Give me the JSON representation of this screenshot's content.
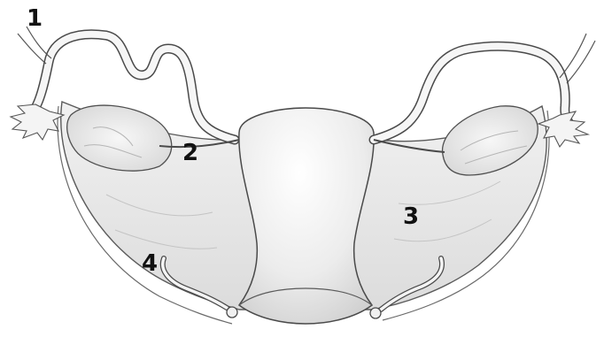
{
  "labels": [
    {
      "id": "1",
      "text": "1"
    },
    {
      "id": "2",
      "text": "2"
    },
    {
      "id": "3",
      "text": "3"
    },
    {
      "id": "4",
      "text": "4"
    }
  ],
  "colors": {
    "background": "#ffffff",
    "outline": "#4a4a4a",
    "shade": "#d8d8d8",
    "label": "#111111"
  }
}
